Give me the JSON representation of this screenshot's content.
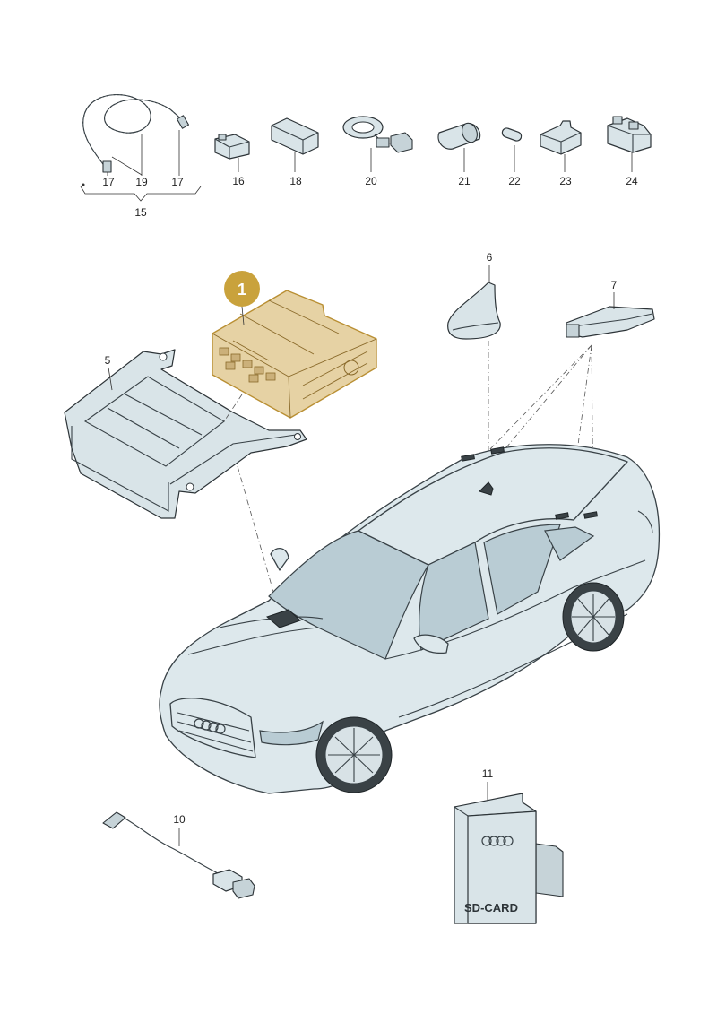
{
  "labels": {
    "l1": "1",
    "l5": "5",
    "l6": "6",
    "l7": "7",
    "l10": "10",
    "l11": "11",
    "l15": "15",
    "l16": "16",
    "l17a": "17",
    "l17b": "17",
    "l18": "18",
    "l19": "19",
    "l20": "20",
    "l21": "21",
    "l22": "22",
    "l23": "23",
    "l24": "24"
  },
  "sd_card_text": "SD-CARD",
  "colors": {
    "highlight_badge": "#c9a23c",
    "highlight_part": "#e6d2a4",
    "part_fill": "#d9e4e8",
    "line": "#2d3438"
  }
}
